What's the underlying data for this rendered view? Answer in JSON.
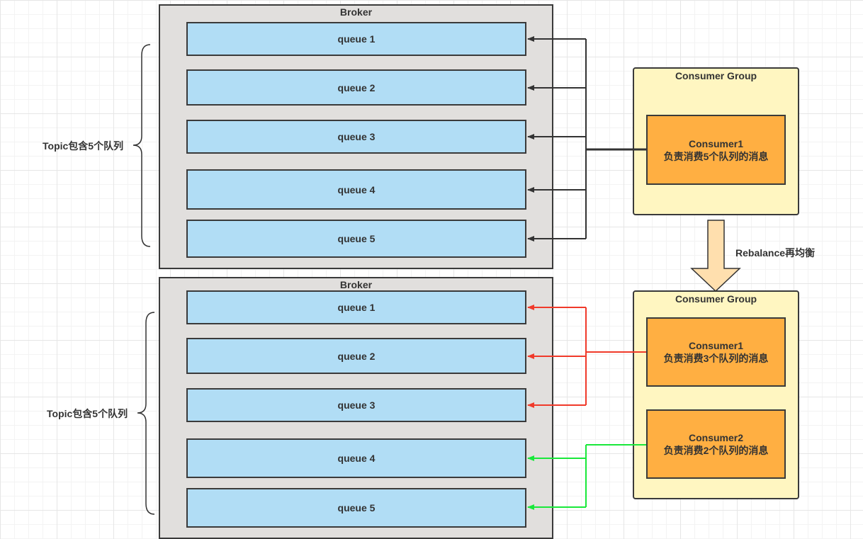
{
  "top": {
    "broker_title": "Broker",
    "queues": [
      "queue 1",
      "queue 2",
      "queue 3",
      "queue 4",
      "queue 5"
    ],
    "topic_label": "Topic包含5个队列",
    "group_title": "Consumer Group",
    "consumer1_name": "Consumer1",
    "consumer1_desc": "负责消费5个队列的消息"
  },
  "rebalance_label": "Rebalance再均衡",
  "bottom": {
    "broker_title": "Broker",
    "queues": [
      "queue 1",
      "queue 2",
      "queue 3",
      "queue 4",
      "queue 5"
    ],
    "topic_label": "Topic包含5个队列",
    "group_title": "Consumer Group",
    "consumer1_name": "Consumer1",
    "consumer1_desc": "负责消费3个队列的消息",
    "consumer2_name": "Consumer2",
    "consumer2_desc": "负责消费2个队列的消息"
  },
  "colors": {
    "queue_fill": "#b1ddf5",
    "broker_fill": "#e1dfdd",
    "group_fill": "#fff6c1",
    "consumer_fill": "#ffaf42",
    "arrow_dark": "#333333",
    "arrow_consumer1": "#f03a2a",
    "arrow_consumer2": "#19e83a",
    "rebalance_arrow_fill": "#ffdfae"
  }
}
